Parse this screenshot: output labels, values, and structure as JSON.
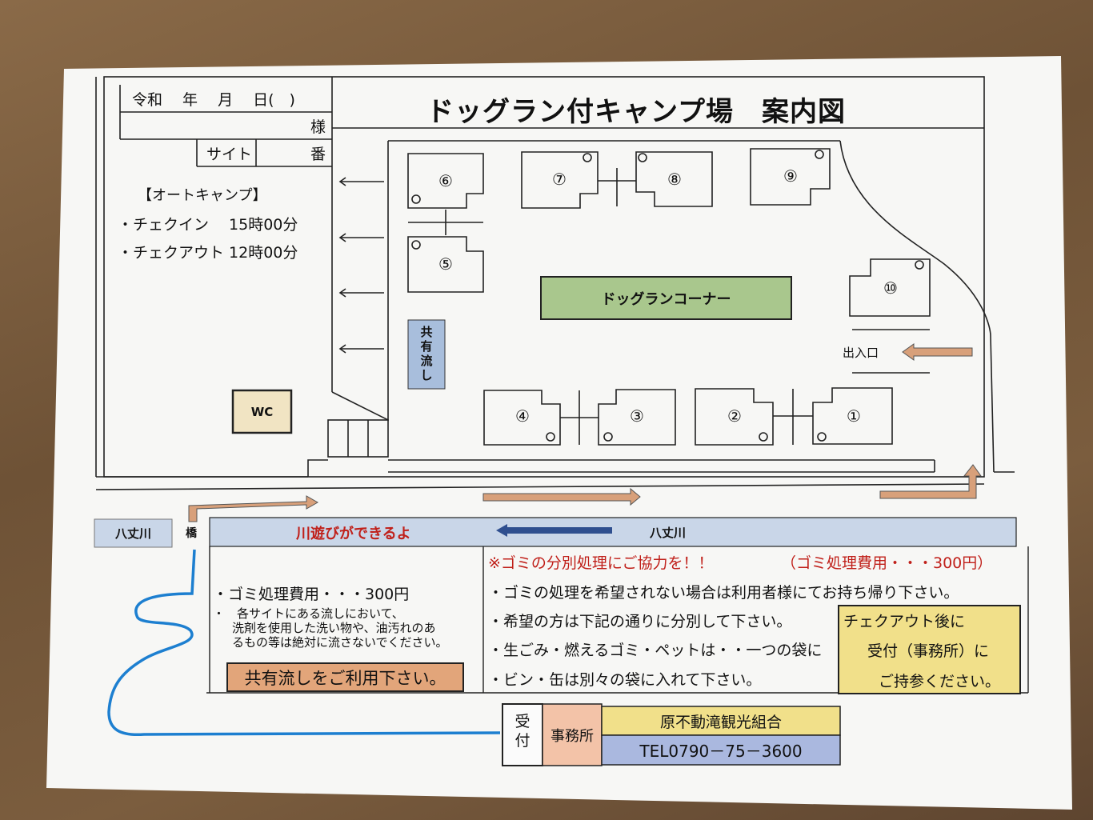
{
  "header": {
    "date_line": "令和　 年　 月　 日(　)",
    "sama": "様",
    "site_label": "サイト",
    "ban": "番",
    "title": "ドッグラン付キャンプ場　案内図"
  },
  "auto_camp": {
    "heading": "【オートキャンプ】",
    "checkin": "・チェクイン　 15時00分",
    "checkout": "・チェクアウト  12時00分"
  },
  "sites": [
    "①",
    "②",
    "③",
    "④",
    "⑤",
    "⑥",
    "⑦",
    "⑧",
    "⑨",
    "⑩"
  ],
  "map_labels": {
    "dogrun": "ドッグランコーナー",
    "shared_sink": "共有流し",
    "wc": "WC",
    "entrance": "出入口",
    "river_left": "八丈川",
    "bridge": "橋",
    "river_play": "川遊びができるよ",
    "river_right": "八丈川"
  },
  "notes_left": {
    "fee": "・ゴミ処理費用・・・300円",
    "sink_line1": "・　各サイトにある流しにおいて、",
    "sink_line2": "洗剤を使用した洗い物や、油汚れのあ",
    "sink_line3": "るもの等は絶対に流さないでください。",
    "sink_button": "共有流しをご利用下さい。"
  },
  "notes_right": {
    "request": "※ゴミの分別処理にご協力を！！",
    "fee": "（ゴミ処理費用・・・300円）",
    "line1": "・ゴミの処理を希望されない場合は利用者様にてお持ち帰り下さい。",
    "line2": "・希望の方は下記の通りに分別して下さい。",
    "line3": "・生ごみ・燃えるゴミ・ペットは・・一つの袋に",
    "line4": "・ビン・缶は別々の袋に入れて下さい。"
  },
  "checkout_box": {
    "line1": "チェクアウト後に",
    "line2": "受付（事務所）に",
    "line3": "ご持参ください。"
  },
  "reception": {
    "uketsuke": "受付",
    "office": "事務所",
    "org": "原不動滝観光組合",
    "tel": "TEL0790－75－3600"
  },
  "colors": {
    "dogrun": "#a9c78d",
    "sink": "#a8bedc",
    "wc": "#f1e4c3",
    "river": "#c9d6e8",
    "tan_arrow": "#d8a07a",
    "blue_arrow": "#2f4f8f",
    "notice_red": "#c0201a",
    "sink_button": "#e2a57a",
    "checkout_box": "#f1e08a",
    "office": "#f3c3a8",
    "org": "#f1e08a",
    "tel": "#aab8df"
  }
}
